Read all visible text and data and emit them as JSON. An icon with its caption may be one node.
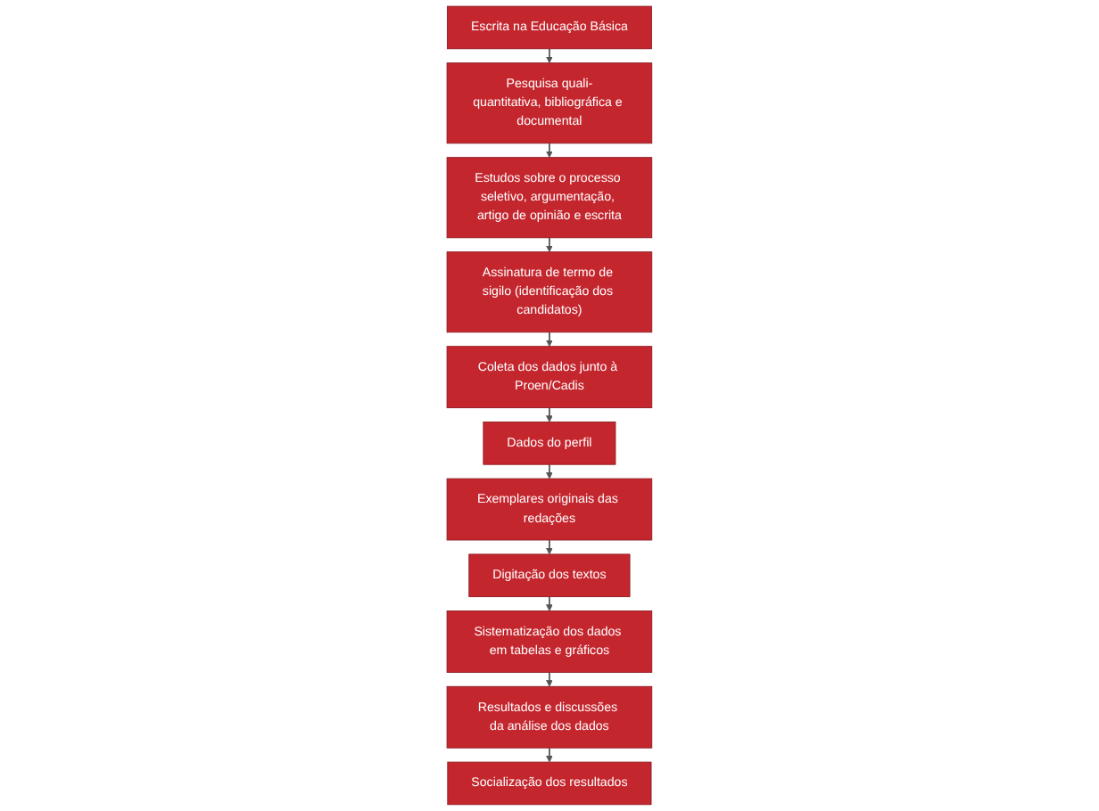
{
  "diagram": {
    "nodes": [
      {
        "text": [
          "Escrita na Educação Básica"
        ]
      },
      {
        "text": [
          "Pesquisa quali-quantitativa, bibliográfica e documental"
        ]
      },
      {
        "text": [
          "Estudos sobre o processo seletivo, argumentação, artigo de opinião e escrita"
        ]
      },
      {
        "text": [
          "Assinatura de termo de sigilo (identificação dos candidatos)"
        ]
      },
      {
        "text": [
          "Coleta dos dados junto à Proen/Cadis"
        ]
      },
      {
        "text": [
          "Dados do perfil"
        ]
      },
      {
        "text": [
          "Exemplares originais das redações"
        ]
      },
      {
        "text": [
          "Digitação dos textos"
        ]
      },
      {
        "text": [
          "Sistematização dos dados em tabelas e gráficos"
        ]
      },
      {
        "text": [
          "Resultados e discussões da análise dos dados"
        ]
      },
      {
        "text": [
          "Socialização dos resultados"
        ]
      }
    ],
    "edges": [
      {
        "from": 0,
        "to": 1,
        "arrow": "to"
      },
      {
        "from": 1,
        "to": 2,
        "arrow": "to"
      },
      {
        "from": 2,
        "to": 3,
        "arrow": "to"
      },
      {
        "from": 3,
        "to": 4,
        "arrow": "to"
      },
      {
        "from": 4,
        "to": 5,
        "arrow": "to"
      },
      {
        "from": 5,
        "to": 6,
        "arrow": "to"
      },
      {
        "from": 6,
        "to": 7,
        "arrow": "to"
      },
      {
        "from": 7,
        "to": 8,
        "arrow": "to"
      },
      {
        "from": 8,
        "to": 9,
        "arrow": "to"
      },
      {
        "from": 9,
        "to": 10,
        "arrow": "to"
      }
    ]
  }
}
